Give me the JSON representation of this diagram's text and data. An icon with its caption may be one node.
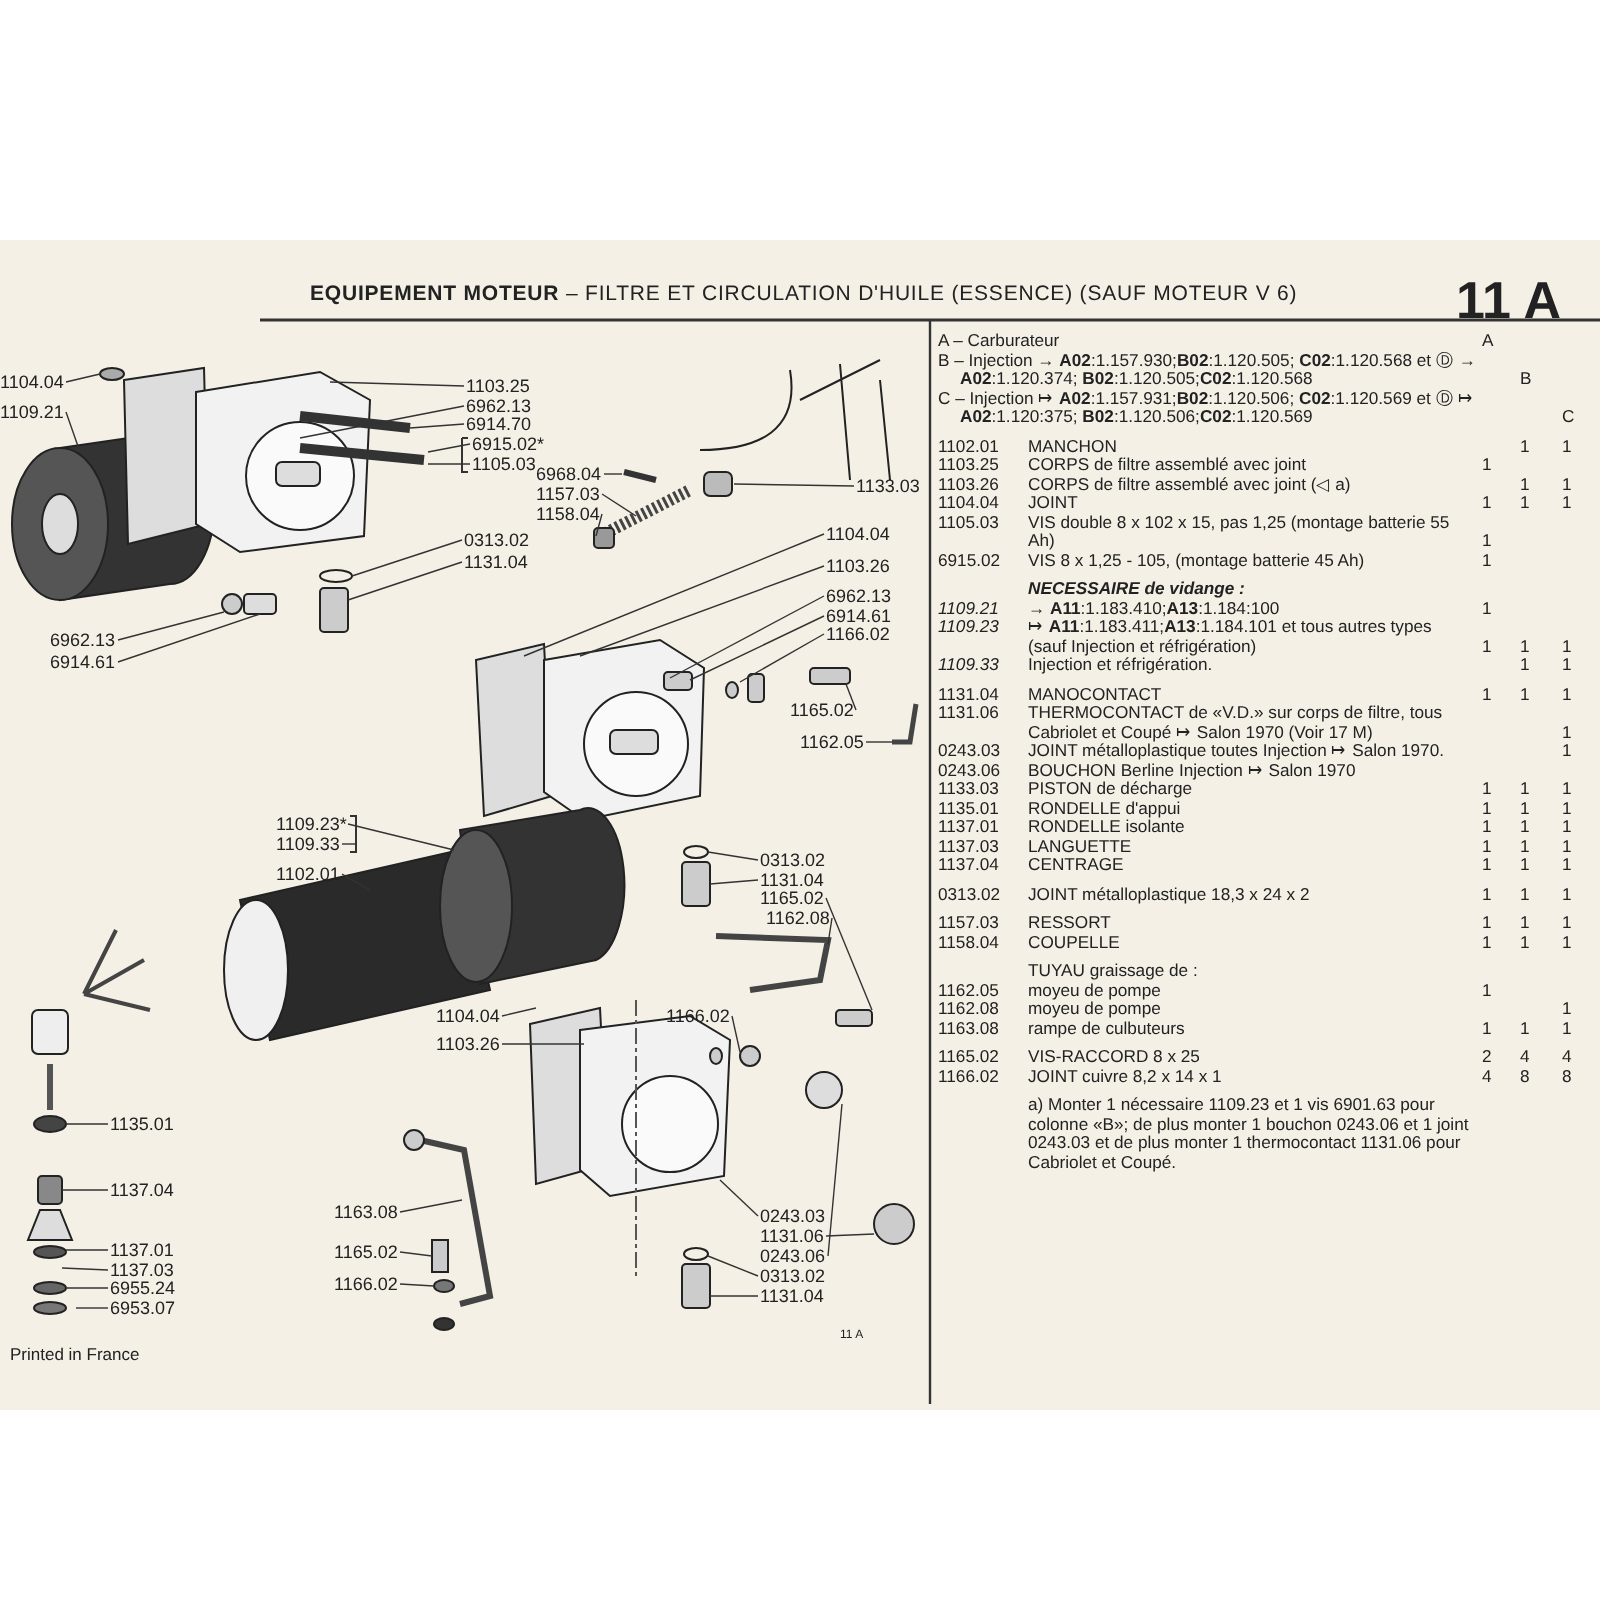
{
  "diagram": {
    "title": "**EQUIPEMENT MOTEUR** – FILTRE ET CIRCULATION D'HUILE (ESSENCE) (SAUF MOTEUR V 6)",
    "nodes": [
      {
        "text": [
          "1104.04"
        ]
      },
      {
        "text": [
          "1109.21"
        ]
      },
      {
        "text": [
          "1103.25"
        ]
      },
      {
        "text": [
          "6962.13"
        ]
      },
      {
        "text": [
          "6914.70"
        ]
      },
      {
        "text": [
          "6915.02*"
        ]
      },
      {
        "text": [
          "1105.03"
        ]
      },
      {
        "text": [
          "6968.04"
        ]
      },
      {
        "text": [
          "1157.03"
        ]
      },
      {
        "text": [
          "1158.04"
        ]
      },
      {
        "text": [
          "1133.03"
        ]
      },
      {
        "text": [
          "0313.02"
        ]
      },
      {
        "text": [
          "1131.04"
        ]
      },
      {
        "text": [
          "6962.13"
        ]
      },
      {
        "text": [
          "6914.61"
        ]
      },
      {
        "text": [
          "1104.04"
        ]
      },
      {
        "text": [
          "1103.26"
        ]
      },
      {
        "text": [
          "6962.13"
        ]
      },
      {
        "text": [
          "6914.61"
        ]
      },
      {
        "text": [
          "1166.02"
        ]
      },
      {
        "text": [
          "1165.02"
        ]
      },
      {
        "text": [
          "1162.05"
        ]
      },
      {
        "text": [
          "1109.23*"
        ]
      },
      {
        "text": [
          "1109.33"
        ]
      },
      {
        "text": [
          "0313.02"
        ]
      },
      {
        "text": [
          "1102.01"
        ]
      },
      {
        "text": [
          "1131.04"
        ]
      },
      {
        "text": [
          "1165.02"
        ]
      },
      {
        "text": [
          "1162.08"
        ]
      },
      {
        "text": [
          "1166.02"
        ]
      },
      {
        "text": [
          "1104.04"
        ]
      },
      {
        "text": [
          "1103.26"
        ]
      },
      {
        "text": [
          "1135.01"
        ]
      },
      {
        "text": [
          "1137.04"
        ]
      },
      {
        "text": [
          "1163.08"
        ]
      },
      {
        "text": [
          "1165.02"
        ]
      },
      {
        "text": [
          "1166.02"
        ]
      },
      {
        "text": [
          "0243.03"
        ]
      },
      {
        "text": [
          "1131.06"
        ]
      },
      {
        "text": [
          "0243.06"
        ]
      },
      {
        "text": [
          "0313.02"
        ]
      },
      {
        "text": [
          "1131.04"
        ]
      },
      {
        "text": [
          "1137.01"
        ]
      },
      {
        "text": [
          "1137.03"
        ]
      },
      {
        "text": [
          "6955.24"
        ]
      },
      {
        "text": [
          "6953.07"
        ]
      }
    ],
    "edges": [
      {
        "from": 0,
        "to": null,
        "arrow": "none"
      },
      {
        "from": 1,
        "to": null,
        "arrow": "none"
      },
      {
        "from": 2,
        "to": null,
        "arrow": "none"
      },
      {
        "from": 3,
        "to": null,
        "arrow": "none"
      },
      {
        "from": 4,
        "to": null,
        "arrow": "none"
      },
      {
        "from": 5,
        "to": null,
        "arrow": "none"
      },
      {
        "from": 6,
        "to": null,
        "arrow": "none"
      },
      {
        "from": 7,
        "to": null,
        "arrow": "none"
      },
      {
        "from": 8,
        "to": null,
        "arrow": "none"
      },
      {
        "from": 9,
        "to": null,
        "arrow": "none"
      },
      {
        "from": 10,
        "to": null,
        "arrow": "none"
      },
      {
        "from": 11,
        "to": null,
        "arrow": "none"
      },
      {
        "from": 12,
        "to": null,
        "arrow": "none"
      },
      {
        "from": 13,
        "to": null,
        "arrow": "none"
      },
      {
        "from": 14,
        "to": null,
        "arrow": "none"
      },
      {
        "from": 15,
        "to": null,
        "arrow": "none"
      },
      {
        "from": 16,
        "to": null,
        "arrow": "none"
      },
      {
        "from": 17,
        "to": null,
        "arrow": "none"
      },
      {
        "from": 18,
        "to": null,
        "arrow": "none"
      },
      {
        "from": 19,
        "to": null,
        "arrow": "none"
      },
      {
        "from": 20,
        "to": null,
        "arrow": "none"
      },
      {
        "from": 21,
        "to": null,
        "arrow": "none"
      },
      {
        "from": 22,
        "to": null,
        "arrow": "none"
      },
      {
        "from": 23,
        "to": null,
        "arrow": "none"
      },
      {
        "from": 24,
        "to": null,
        "arrow": "none"
      },
      {
        "from": 25,
        "to": null,
        "arrow": "none"
      },
      {
        "from": 26,
        "to": null,
        "arrow": "none"
      },
      {
        "from": 27,
        "to": null,
        "arrow": "none"
      },
      {
        "from": 28,
        "to": null,
        "arrow": "none"
      },
      {
        "from": 29,
        "to": null,
        "arrow": "none"
      },
      {
        "from": 30,
        "to": null,
        "arrow": "none"
      },
      {
        "from": 31,
        "to": null,
        "arrow": "none"
      },
      {
        "from": 32,
        "to": null,
        "arrow": "none"
      },
      {
        "from": 33,
        "to": null,
        "arrow": "none"
      },
      {
        "from": 34,
        "to": null,
        "arrow": "none"
      },
      {
        "from": 35,
        "to": null,
        "arrow": "none"
      },
      {
        "from": 36,
        "to": null,
        "arrow": "none"
      },
      {
        "from": 37,
        "to": null,
        "arrow": "none"
      },
      {
        "from": 38,
        "to": null,
        "arrow": "none"
      },
      {
        "from": 39,
        "to": null,
        "arrow": "none"
      },
      {
        "from": 40,
        "to": null,
        "arrow": "none"
      },
      {
        "from": 41,
        "to": null,
        "arrow": "none"
      },
      {
        "from": 42,
        "to": null,
        "arrow": "none"
      },
      {
        "from": 43,
        "to": null,
        "arrow": "none"
      },
      {
        "from": 44,
        "to": null,
        "arrow": "none"
      },
      {
        "from": 45,
        "to": null,
        "arrow": "none"
      }
    ],
    "labels": [
      "11 A",
      "A – Carburateur",
      "A",
      "B – Injection → **A02**:1.157.930;**B02**:1.120.505; **C02**:1.120.568 et Ⓓ → **A02**:1.120.374; **B02**:1.120.505;**C02**:1.120.568",
      "B",
      "C – Injection ↦ **A02**:1.157.931;**B02**:1.120.506; **C02**:1.120.569 et Ⓓ ↦ **A02**:1.120:375; **B02**:1.120.506;**C02**:1.120.569",
      "C",
      "1102.01",
      "MANCHON",
      "1",
      "1",
      "1103.25",
      "CORPS de filtre assemblé avec joint",
      "1",
      "1103.26",
      "CORPS de filtre assemblé avec joint (◁ a)",
      "1",
      "1",
      "1104.04",
      "JOINT",
      "1",
      "1",
      "1",
      "1105.03",
      "VIS double 8 x 102 x 15, pas 1,25 (montage batterie 55 Ah)",
      "1",
      "6915.02",
      "VIS 8 x 1,25 - 105, (montage batterie 45 Ah)",
      "1",
      "NECESSAIRE de vidange :",
      "1109.21",
      "→ **A11**:1.183.410;**A13**:1.184:100",
      "1",
      "1109.23",
      "↦ **A11**:1.183.411;**A13**:1.184.101 et tous autres types (sauf Injection et réfrigération)",
      "1",
      "1",
      "1",
      "1109.33",
      "Injection et réfrigération.",
      "1",
      "1",
      "1131.04",
      "MANOCONTACT",
      "1",
      "1",
      "1",
      "1131.06",
      "THERMOCONTACT de «V.D.» sur corps de filtre, tous Cabriolet et Coupé ↦ Salon 1970 (Voir 17 M)",
      "1",
      "0243.03",
      "JOINT métalloplastique toutes Injection ↦ Salon 1970.",
      "1",
      "0243.06",
      "BOUCHON Berline Injection ↦ Salon 1970",
      "1133.03",
      "PISTON de décharge",
      "1",
      "1",
      "1",
      "1135.01",
      "RONDELLE d'appui",
      "1",
      "1",
      "1",
      "1137.01",
      "RONDELLE isolante",
      "1",
      "1",
      "1",
      "1137.03",
      "LANGUETTE",
      "1",
      "1",
      "1",
      "1137.04",
      "CENTRAGE",
      "1",
      "1",
      "1",
      "0313.02",
      "JOINT métalloplastique 18,3 x 24 x 2",
      "1",
      "1",
      "1",
      "1157.03",
      "RESSORT",
      "1",
      "1",
      "1",
      "1158.04",
      "COUPELLE",
      "1",
      "1",
      "1",
      "TUYAU graissage de :",
      "1162.05",
      "moyeu de pompe",
      "1",
      "1162.08",
      "moyeu de pompe",
      "1",
      "1163.08",
      "rampe de culbuteurs",
      "1",
      "1",
      "1",
      "1165.02",
      "VIS-RACCORD 8 x 25",
      "2",
      "4",
      "4",
      "1166.02",
      "JOINT cuivre 8,2 x 14 x 1",
      "4",
      "8",
      "8",
      "a) Monter 1 nécessaire 1109.23 et 1 vis 6901.63 pour colonne «B»; de plus monter 1 bouchon 0243.06 et 1 joint 0243.03 et de plus monter 1 thermocontact 1131.06 pour Cabriolet et Coupé.",
      "Printed in France",
      "11 A"
    ]
  }
}
